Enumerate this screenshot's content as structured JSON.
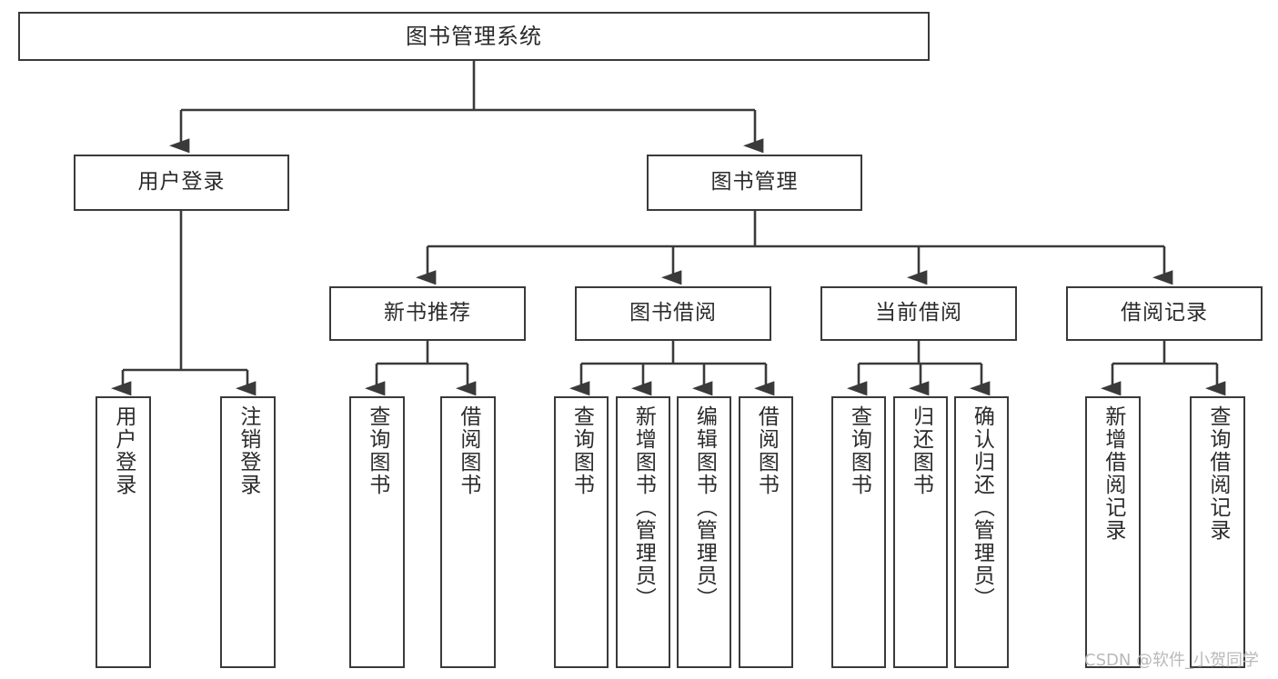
{
  "diagram": {
    "title": "图书管理系统",
    "type": "hierarchy-tree",
    "levels": 4,
    "colors": {
      "box_border": "#3a3a3a",
      "box_fill": "#ffffff",
      "edge": "#3a3a3a",
      "text": "#2b2b2b",
      "watermark": "#b9b9b9",
      "background": "#ffffff"
    }
  },
  "nodes": {
    "root": {
      "id": "root",
      "label": "图书管理系统",
      "orientation": "horizontal",
      "level": 1
    },
    "level2": [
      {
        "id": "user-login",
        "label": "用户登录",
        "orientation": "horizontal",
        "level": 2
      },
      {
        "id": "book-management",
        "label": "图书管理",
        "orientation": "horizontal",
        "level": 2
      }
    ],
    "level3": [
      {
        "id": "new-book-recommend",
        "label": "新书推荐",
        "orientation": "horizontal",
        "level": 3,
        "parent": "book-management"
      },
      {
        "id": "book-borrow",
        "label": "图书借阅",
        "orientation": "horizontal",
        "level": 3,
        "parent": "book-management"
      },
      {
        "id": "current-borrow",
        "label": "当前借阅",
        "orientation": "horizontal",
        "level": 3,
        "parent": "book-management"
      },
      {
        "id": "borrow-record",
        "label": "借阅记录",
        "orientation": "horizontal",
        "level": 3,
        "parent": "book-management"
      }
    ],
    "leaves": [
      {
        "id": "leaf-user-login",
        "label": "用户登录",
        "orientation": "vertical",
        "level": 3,
        "parent": "user-login"
      },
      {
        "id": "leaf-logout-login",
        "label": "注销登录",
        "orientation": "vertical",
        "level": 3,
        "parent": "user-login"
      },
      {
        "id": "leaf-query-book-1",
        "label": "查询图书",
        "orientation": "vertical",
        "level": 4,
        "parent": "new-book-recommend"
      },
      {
        "id": "leaf-borrow-book-1",
        "label": "借阅图书",
        "orientation": "vertical",
        "level": 4,
        "parent": "new-book-recommend"
      },
      {
        "id": "leaf-query-book-2",
        "label": "查询图书",
        "orientation": "vertical",
        "level": 4,
        "parent": "book-borrow"
      },
      {
        "id": "leaf-add-book",
        "label": "新增图书（管理员）",
        "orientation": "vertical",
        "level": 4,
        "parent": "book-borrow"
      },
      {
        "id": "leaf-edit-book",
        "label": "编辑图书（管理员）",
        "orientation": "vertical",
        "level": 4,
        "parent": "book-borrow"
      },
      {
        "id": "leaf-borrow-book-2",
        "label": "借阅图书",
        "orientation": "vertical",
        "level": 4,
        "parent": "book-borrow"
      },
      {
        "id": "leaf-query-book-3",
        "label": "查询图书",
        "orientation": "vertical",
        "level": 4,
        "parent": "current-borrow"
      },
      {
        "id": "leaf-return-book",
        "label": "归还图书",
        "orientation": "vertical",
        "level": 4,
        "parent": "current-borrow"
      },
      {
        "id": "leaf-confirm-return",
        "label": "确认归还（管理员）",
        "orientation": "vertical",
        "level": 4,
        "parent": "current-borrow"
      },
      {
        "id": "leaf-add-record",
        "label": "新增借阅记录",
        "orientation": "vertical",
        "level": 4,
        "parent": "borrow-record"
      },
      {
        "id": "leaf-query-record",
        "label": "查询借阅记录",
        "orientation": "vertical",
        "level": 4,
        "parent": "borrow-record"
      }
    ]
  },
  "watermark": {
    "text": "CSDN @软件_小贺同学"
  }
}
